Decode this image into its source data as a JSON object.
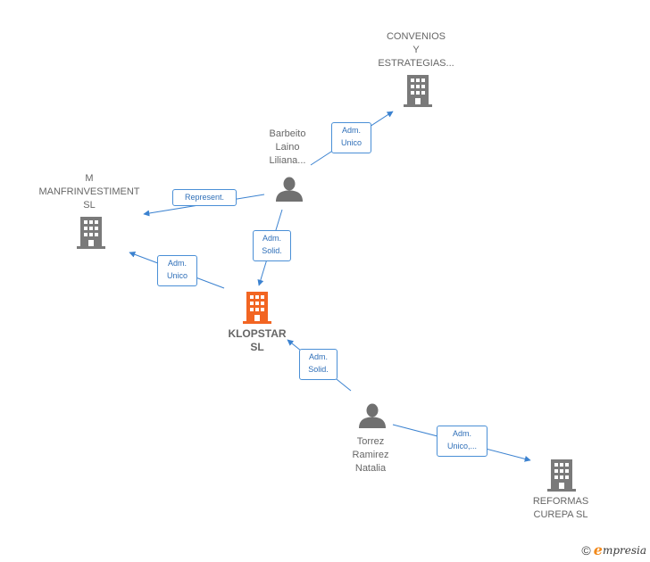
{
  "colors": {
    "edge": "#3b82d0",
    "company": "#7a7a7a",
    "company_main": "#f26522",
    "person": "#707070",
    "edge_text": "#2f6fb8"
  },
  "nodes": {
    "convenios": {
      "lines": [
        "CONVENIOS",
        "Y",
        "ESTRATEGIAS..."
      ],
      "icon": "building-icon"
    },
    "manfrinvestiment": {
      "lines": [
        "M",
        "MANFRINVESTIMENT",
        "SL"
      ],
      "icon": "building-icon"
    },
    "klopstar": {
      "lines": [
        "KLOPSTAR",
        "SL"
      ],
      "icon": "building-icon"
    },
    "reformas": {
      "lines": [
        "REFORMAS",
        "CUREPA SL"
      ],
      "icon": "building-icon"
    },
    "barbeito": {
      "lines": [
        "Barbeito",
        "Laino",
        "Liliana..."
      ],
      "icon": "person-icon"
    },
    "torrez": {
      "lines": [
        "Torrez",
        "Ramirez",
        "Natalia"
      ],
      "icon": "person-icon"
    }
  },
  "edges": {
    "barbeito_convenios": {
      "lines": [
        "Adm.",
        "Unico"
      ]
    },
    "barbeito_manfrinvestiment": {
      "lines": [
        "Represent."
      ]
    },
    "barbeito_klopstar": {
      "lines": [
        "Adm.",
        "Solid."
      ]
    },
    "klopstar_manfrinvestiment": {
      "lines": [
        "Adm.",
        "Unico"
      ]
    },
    "torrez_klopstar": {
      "lines": [
        "Adm.",
        "Solid."
      ]
    },
    "torrez_reformas": {
      "lines": [
        "Adm.",
        "Unico,..."
      ]
    }
  },
  "footer": {
    "copyright": "©",
    "brand_first": "e",
    "brand_rest": "mpresia"
  }
}
